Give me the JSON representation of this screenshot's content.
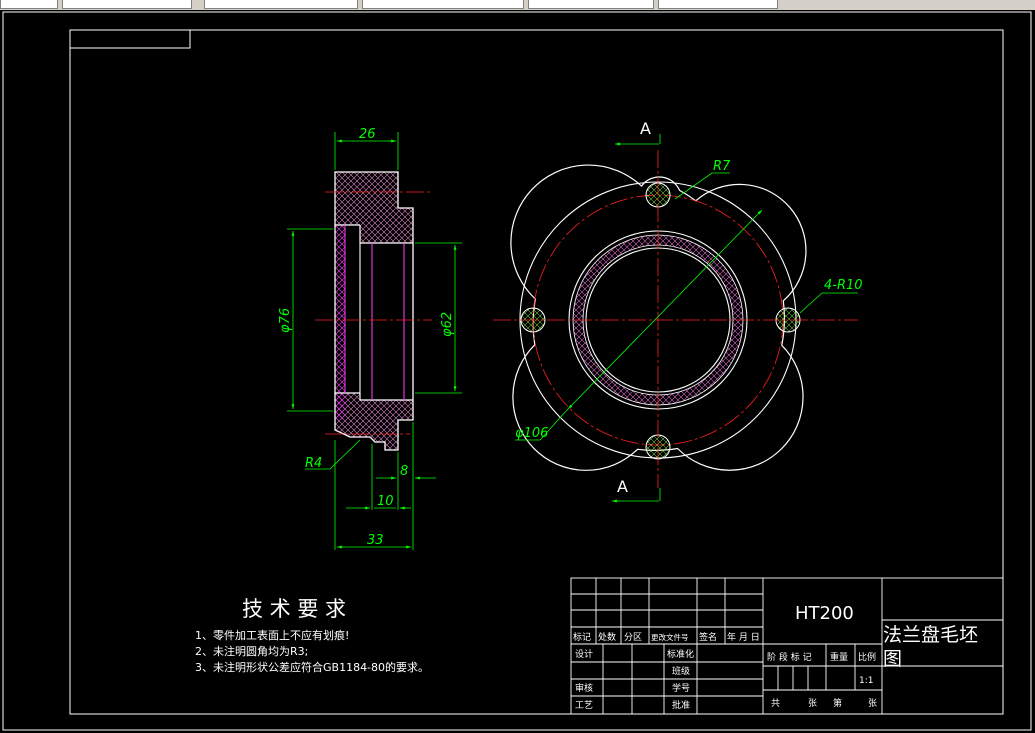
{
  "drawing": {
    "dims": {
      "width_top": "26",
      "bore_large": "φ76",
      "bore_small": "φ62",
      "fillet": "R4",
      "step_b": "8",
      "step_10": "10",
      "total_33": "33",
      "ear_r": "R7",
      "hole_r": "4-R10",
      "pcd": "φ106"
    },
    "section_label_top": "A",
    "section_label_bottom": "A"
  },
  "notes": {
    "title": "技 术 要 求",
    "items": [
      "1、零件加工表面上不应有划痕!",
      "2、未注明圆角均为R3;",
      "3、未注明形状公差应符合GB1184-80的要求。"
    ]
  },
  "title_block": {
    "material": "HT200",
    "part_name_line1": "法兰盘毛坯",
    "part_name_line2": "图",
    "hdr": {
      "mark": "标记",
      "count": "处数",
      "zone": "分区",
      "doc": "更改文件号",
      "sign": "签名",
      "date": "年 月 日"
    },
    "design": "设计",
    "standardize": "标准化",
    "class": "班级",
    "review": "审核",
    "student_id": "学号",
    "process": "工艺",
    "approve": "批准",
    "stage_mark": "阶 段 标 记",
    "weight": "重量",
    "scale": "比例",
    "scale_value": "1:1",
    "total": "共",
    "sheets": "张",
    "page": "第",
    "sheets2": "张"
  }
}
